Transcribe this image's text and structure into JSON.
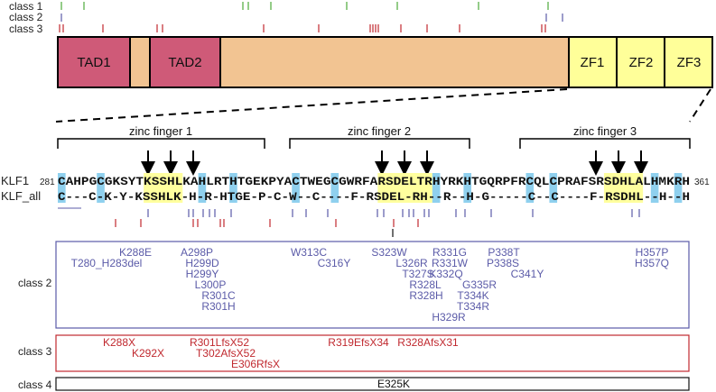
{
  "track_labels": {
    "class1": "class 1",
    "class2": "class 2",
    "class3": "class 3"
  },
  "panel_labels": {
    "class2": "class 2",
    "class3": "class 3",
    "class4": "class 4"
  },
  "domains": {
    "tad1": "TAD1",
    "tad2": "TAD2",
    "zf1": "ZF1",
    "zf2": "ZF2",
    "zf3": "ZF3"
  },
  "zinc_fingers": {
    "zf1": "zinc finger 1",
    "zf2": "zinc finger 2",
    "zf3": "zinc finger 3"
  },
  "sequence": {
    "klf1_label": "KLF1",
    "klf_all_label": "KLF_all",
    "start": "281",
    "end": "361",
    "klf1": "CAHPGCGKSYTKSSHLKAHLRTHTGEKPYACTWEGCGWRFARSDELTRHYRKHTGQRPFRCQLCPRAFSRSDHLALHMKRH",
    "klf_all": "C---C-K-Y-KSSHLK-H-R-HTGE-P-C-W--C----F-RSDEL-RH--R--H-G-----C--C----F-RSDHL--H--H"
  },
  "colors": {
    "tad": "#cf5a78",
    "body": "#f2c492",
    "zf": "#ffff99",
    "blue_hl": "#8fd0ee",
    "yellow_hl": "#ffff9e",
    "class1": "#4daa3a",
    "class2": "#5b5ba8",
    "class3": "#c0282e",
    "class4": "#111111"
  },
  "class2_mutations": [
    "K288E",
    "T280_H283del",
    "A298P",
    "H299D",
    "H299Y",
    "L300P",
    "R301C",
    "R301H",
    "W313C",
    "C316Y",
    "S323W",
    "L326R",
    "T327S",
    "R328L",
    "R328H",
    "R331G",
    "R331W",
    "K332Q",
    "G335R",
    "T334K",
    "T334R",
    "H329R",
    "P338T",
    "P338S",
    "C341Y",
    "H357P",
    "H357Q"
  ],
  "class3_mutations": [
    "K288X",
    "K292X",
    "R301LfsX52",
    "T302AfsX52",
    "E306RfsX",
    "R319EfsX34",
    "R328AfsX31"
  ],
  "class4_mutations": [
    "E325K"
  ]
}
